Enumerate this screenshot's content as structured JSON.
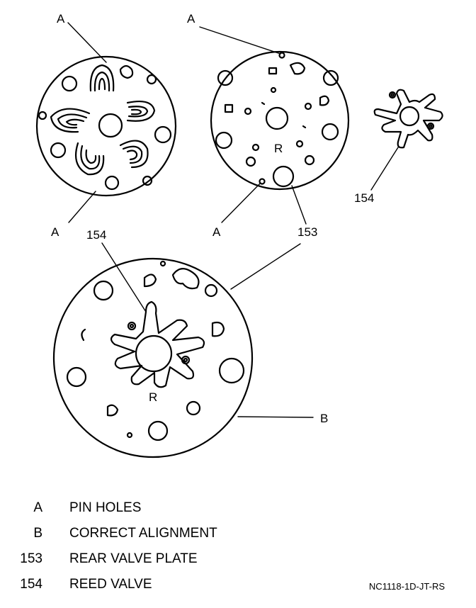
{
  "callouts": {
    "a": "A",
    "b": "B",
    "n153": "153",
    "n154": "154",
    "r_mark": "R"
  },
  "legend": [
    {
      "key": "A",
      "desc": "PIN HOLES"
    },
    {
      "key": "B",
      "desc": "CORRECT ALIGNMENT"
    },
    {
      "key": "153",
      "desc": "REAR VALVE PLATE"
    },
    {
      "key": "154",
      "desc": "REED VALVE"
    }
  ],
  "figure_code": "NC1118-1D-JT-RS",
  "colors": {
    "ink": "#000000",
    "paper": "#ffffff"
  }
}
